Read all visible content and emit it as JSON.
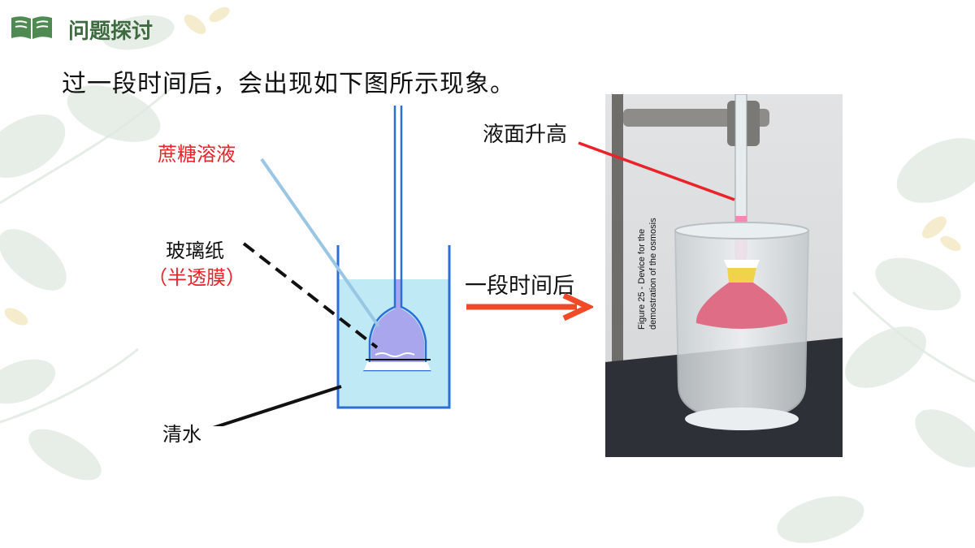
{
  "header": {
    "title": "问题探讨",
    "icon": "book-icon"
  },
  "intro_text": "过一段时间后，会出现如下图所示现象。",
  "diagram": {
    "label_sucrose": "蔗糖溶液",
    "label_cellophane": "玻璃纸",
    "label_membrane": "（半透膜）",
    "label_water": "清水"
  },
  "arrow_label": "一段时间后",
  "photo": {
    "label_rise": "液面升高",
    "caption_line1": "Figure 25 - Device for the",
    "caption_line2": "demostration of the osmosis"
  },
  "colors": {
    "accent_green": "#3d6b3f",
    "label_red": "#e8242a",
    "arrow_red": "#f04a28",
    "beaker_blue": "#2b6fd6",
    "water_blue": "#bfe9f5",
    "bulb_purple": "#a9a6ee"
  }
}
